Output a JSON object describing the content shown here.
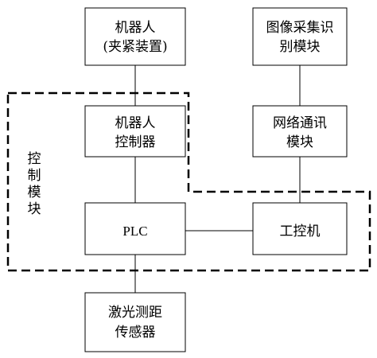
{
  "nodes": {
    "robot": {
      "lines": [
        "机器人",
        "(夹紧装置)"
      ]
    },
    "image_module": {
      "lines": [
        "图像采集识",
        "别模块"
      ]
    },
    "robot_controller": {
      "lines": [
        "机器人",
        "控制器"
      ]
    },
    "network_module": {
      "lines": [
        "网络通讯",
        "模块"
      ]
    },
    "plc": {
      "lines": [
        "PLC"
      ]
    },
    "ipc": {
      "lines": [
        "工控机"
      ]
    },
    "laser_sensor": {
      "lines": [
        "激光测距",
        "传感器"
      ]
    }
  },
  "region": {
    "label_lines": [
      "控",
      "制",
      "模",
      "块"
    ]
  }
}
